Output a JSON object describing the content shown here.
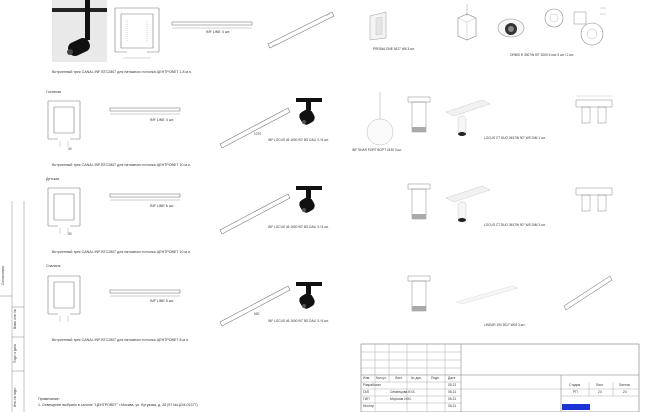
{
  "sections": {
    "top": {
      "caption": "Встроенный трек CANAL INF ВТС2807 для натяжного потолка ЦЕНТРОВЕТ 1,8 м.п.",
      "track_label": "INF LINE 4 шт.",
      "wall_lamp_label": "PRISMA ONE 5427 W6 3 шт.",
      "spot_label": "ORBIS R 3007W 90° 3000 К кол 3 шт / 2 шт."
    },
    "gostinaya": {
      "heading": "Гостиная",
      "caption": "Встроенный трек CANAL INF ВТС2807 для натяжного потолка ЦЕНТРОВЕТ 10 м.п.",
      "track_label": "INF LINE 4 шт.",
      "spot_label": "INF LOCUS 46 1600 90° BS DALI 3 / 6 шт.",
      "pendant_label": "INF SHAR PORT BOPT 2430 3 шт.",
      "duo_label": "LOCUS CT DUO 3457W 90° WS DIM 1 шт."
    },
    "detskaya": {
      "heading": "Детская",
      "caption": "Встроенный трек CANAL INF ВТС2807 для натяжного потолка ЦЕНТРОВЕТ 10 м.п.",
      "track_label": "INF LINE 6 шт.",
      "spot_label": "INF LOCUS 46 1600 90° BS DALI 3 / 6 шт.",
      "duo_label": "LOCUS CT DUO 3457W 90° WS DIM 3 шт."
    },
    "spalnya": {
      "heading": "Спальня",
      "caption": "Встроенный трек CANAL INF ВТС2807 для натяжного потолка ЦЕНТРОВЕТ 8 м.п.",
      "track_label": "INF LINE 5 шт.",
      "spot_label": "INF LOCUS 46 1600 90° BS DALI 3 / 6 шт.",
      "linear_label": "LINEAR 190 3027 W03 3 шт."
    }
  },
  "dims": {
    "d1": "40",
    "d2": "30",
    "d3": "1070",
    "d4": "600"
  },
  "notes": {
    "title": "Примечание:",
    "line1": "1. Освещение выбрано в салоне \"ЦЕНТРОВЕТ\" г.Москва, ул. Кутузова, д. 28 (97 №ЦСМ-01377)"
  },
  "left_frame": {
    "label1": "Согласовано",
    "label2": "Взам. инв. №",
    "label3": "Подп. и дата",
    "label4": "Инв. № подл."
  },
  "title_block": {
    "headers": [
      "Изм.",
      "Кол.уч.",
      "Лист",
      "№ док.",
      "Подп.",
      "Дата"
    ],
    "rows": [
      {
        "role": "Разработал",
        "name": "",
        "date": "05.21"
      },
      {
        "role": "ГАП",
        "name": "Семенцова Ю.Б.",
        "date": "05.21"
      },
      {
        "role": "ГИП",
        "name": "Морозов И.Ю.",
        "date": "05.21"
      },
      {
        "role": "Нконтр",
        "name": "",
        "date": "05.21"
      }
    ],
    "col_stage": "Стадия",
    "col_sheet": "Лист",
    "col_sheets": "Листов",
    "stage": "РП",
    "sheet": "24",
    "sheets": "24"
  },
  "colors": {
    "accent_blue": "#1a33d6",
    "line": "#777777"
  }
}
